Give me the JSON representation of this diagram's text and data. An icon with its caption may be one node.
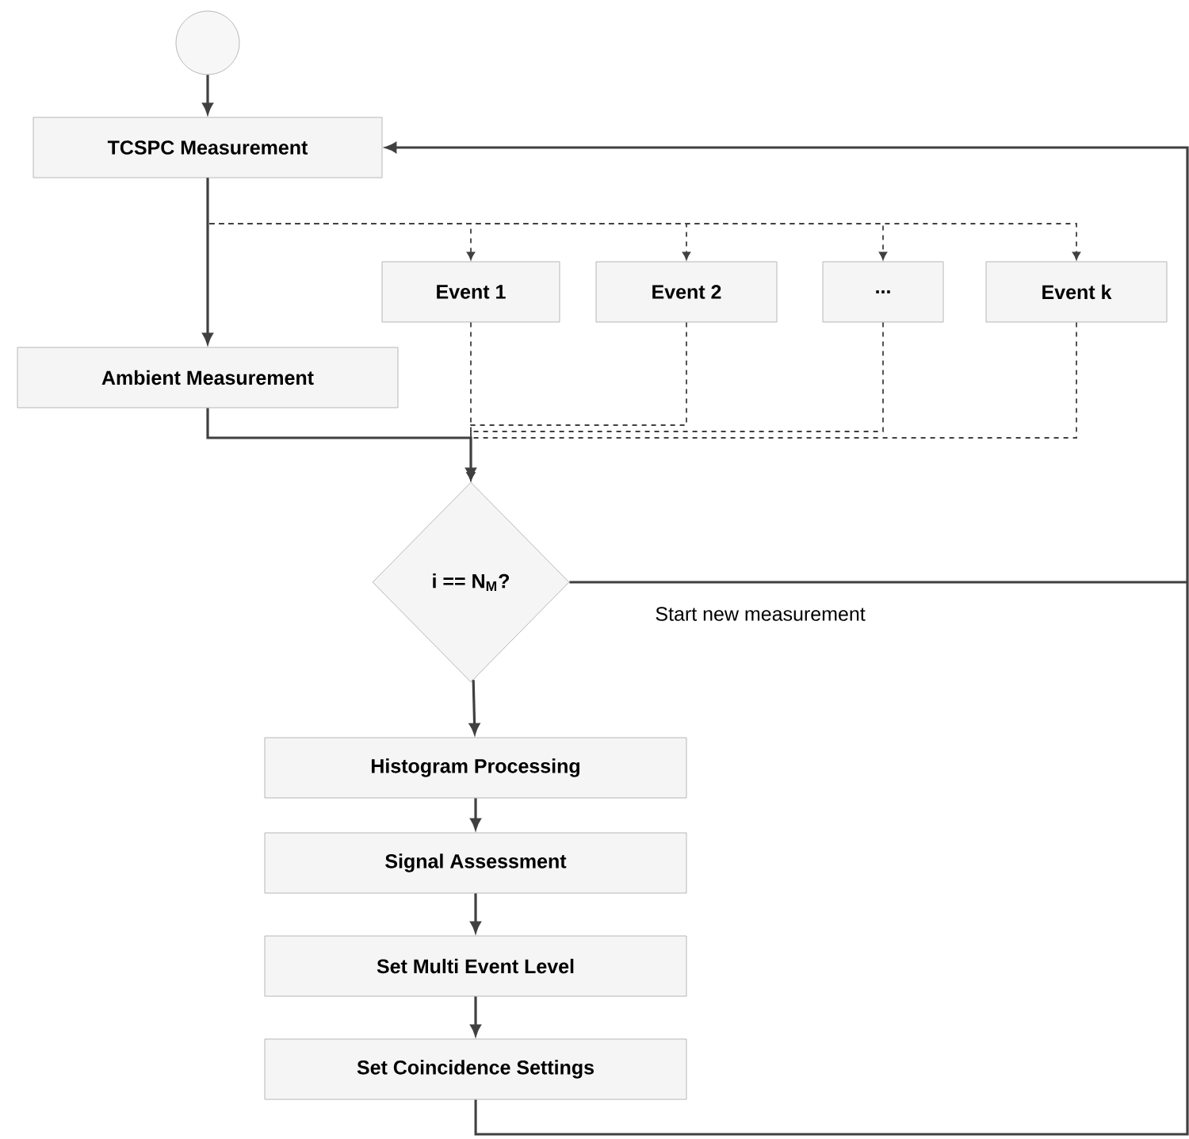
{
  "diagram": {
    "nodes": [
      {
        "text": [],
        "shape": "circle"
      },
      {
        "text": [
          "TCSPC Measurement"
        ]
      },
      {
        "text": [
          "Event 1"
        ]
      },
      {
        "text": [
          "Event 2"
        ]
      },
      {
        "text": [
          "..."
        ]
      },
      {
        "text": [
          "Event k"
        ]
      },
      {
        "text": [
          "Ambient Measurement"
        ]
      },
      {
        "text": [
          "i == N$_{M}$?"
        ]
      },
      {
        "text": [
          "Histogram Processing"
        ]
      },
      {
        "text": [
          "Signal Assessment"
        ]
      },
      {
        "text": [
          "Set Multi Event Level"
        ]
      },
      {
        "text": [
          "Set Coincidence Settings"
        ]
      }
    ],
    "edges": [
      {
        "from": 0,
        "to": 1,
        "arrow": "to"
      },
      {
        "from": 1,
        "to": 6,
        "arrow": "to"
      },
      {
        "from": 1,
        "to": 2,
        "arrow": "to",
        "style": "dashed"
      },
      {
        "from": 1,
        "to": 3,
        "arrow": "to",
        "style": "dashed"
      },
      {
        "from": 1,
        "to": 4,
        "arrow": "to",
        "style": "dashed"
      },
      {
        "from": 1,
        "to": 5,
        "arrow": "to",
        "style": "dashed"
      },
      {
        "from": 6,
        "to": 7,
        "arrow": "to"
      },
      {
        "from": 2,
        "to": 7,
        "arrow": "to",
        "style": "dashed"
      },
      {
        "from": 3,
        "to": 7,
        "arrow": "to",
        "style": "dashed"
      },
      {
        "from": 4,
        "to": 7,
        "arrow": "to",
        "style": "dashed"
      },
      {
        "from": 5,
        "to": 7,
        "arrow": "to",
        "style": "dashed"
      },
      {
        "from": 7,
        "to": 1,
        "arrow": "to",
        "label": "Start new measurement"
      },
      {
        "from": 7,
        "to": 8,
        "arrow": "to"
      },
      {
        "from": 8,
        "to": 9,
        "arrow": "to"
      },
      {
        "from": 9,
        "to": 10,
        "arrow": "to"
      },
      {
        "from": 10,
        "to": 11,
        "arrow": "to"
      },
      {
        "from": 11,
        "to": 1,
        "arrow": "to"
      }
    ]
  }
}
